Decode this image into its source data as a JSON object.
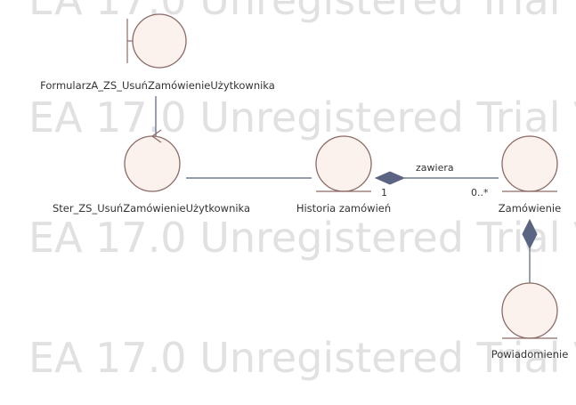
{
  "watermark": {
    "line1": "EA 17.0 Unregistered Trial V",
    "line2": "EA 17.0 Unregistered Trial V",
    "line3": "EA 17.0 Unregistered Trial V",
    "line4": "EA 17.0 Unregistered Trial V"
  },
  "elements": {
    "boundary": {
      "label": "FormularzA_ZS_UsuńZamówienieUżytkownika"
    },
    "control": {
      "label": "Ster_ZS_UsuńZamówienieUżytkownika"
    },
    "entity_history": {
      "label": "Historia zamówień"
    },
    "entity_order": {
      "label": "Zamówienie"
    },
    "entity_notification": {
      "label": "Powiadomienie"
    }
  },
  "associations": {
    "contains": {
      "name": "zawiera",
      "source_multiplicity": "1",
      "target_multiplicity": "0..*"
    }
  },
  "colors": {
    "element_fill": "#fbf1ed",
    "element_stroke": "#8b6a66",
    "connector": "#56607a",
    "diamond": "#5b6483",
    "watermark": "#e1e1e1"
  }
}
